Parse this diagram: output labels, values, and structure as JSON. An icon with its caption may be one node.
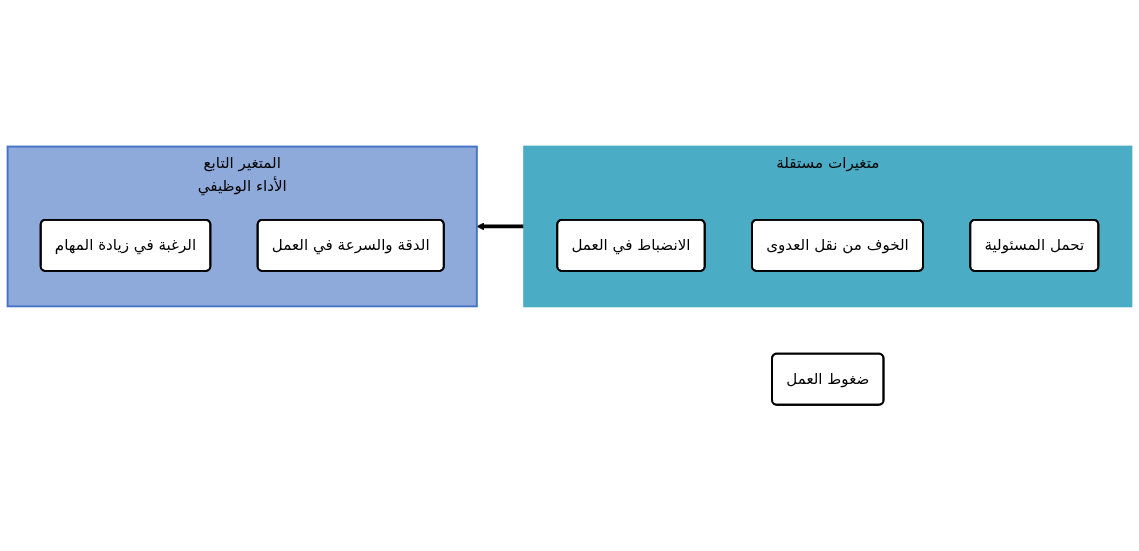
{
  "diagram": {
    "nodes": [
      {
        "text": [
          "متغيرات مستقلة"
        ]
      },
      {
        "text": [
          "الانضباط في العمل"
        ],
        "in": 0
      },
      {
        "text": [
          "الخوف من نقل العدوى"
        ],
        "in": 0
      },
      {
        "text": [
          "تحمل المسئولية"
        ],
        "in": 0
      },
      {
        "text": [
          "ضغوط العمل"
        ]
      },
      {
        "text": [
          "المتغير التابع",
          "الأداء الوظيفي"
        ]
      },
      {
        "text": [
          "الرغبة في زيادة المهام"
        ],
        "in": 5
      },
      {
        "text": [
          "الدقة والسرعة في العمل"
        ],
        "in": 5
      }
    ],
    "edges": [
      {
        "from": 0,
        "to": 5,
        "arrow": "to"
      }
    ]
  }
}
